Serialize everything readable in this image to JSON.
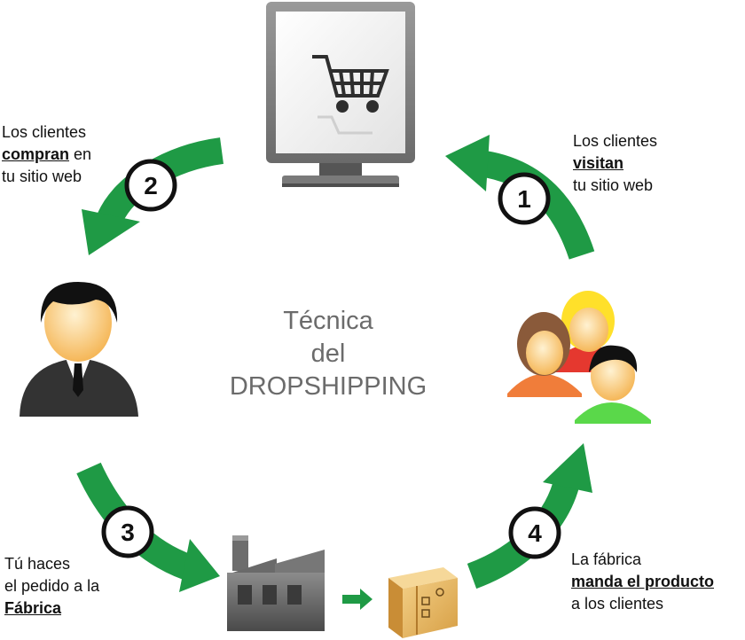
{
  "title": {
    "line1": "Técnica",
    "line2": "del",
    "line3": "DROPSHIPPING"
  },
  "steps": [
    {
      "number": "1",
      "line1": "Los clientes",
      "bold": "visitan",
      "line3": "tu sitio web"
    },
    {
      "number": "2",
      "line1": "Los clientes",
      "bold": "compran",
      "after_bold": " en",
      "line3": "tu sitio web"
    },
    {
      "number": "3",
      "line1": "Tú haces",
      "line2": "el pedido a la",
      "bold": "Fábrica"
    },
    {
      "number": "4",
      "line1": "La fábrica",
      "bold": "manda el producto",
      "line3": "a los clientes"
    }
  ],
  "icons": [
    "computer-monitor-icon",
    "shopping-cart-icon",
    "customer-group-icon",
    "businessman-icon",
    "factory-icon",
    "shipping-box-icon"
  ],
  "colors": {
    "arrow_green": "#1f9a45",
    "arrow_green_dark": "#137a33",
    "title_gray": "#6b6b6b",
    "skin": "#ffd59a",
    "hair_black": "#111111"
  }
}
